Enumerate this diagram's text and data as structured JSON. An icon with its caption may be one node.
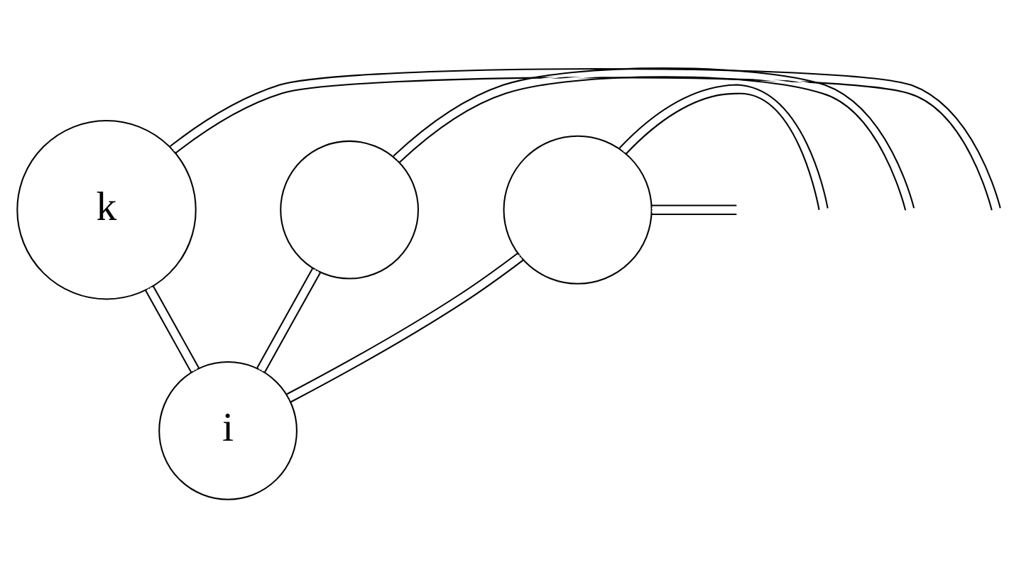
{
  "diagram": {
    "nodes": [
      {
        "text": [
          "k"
        ]
      },
      {
        "text": [],
        "shape": "circle"
      },
      {
        "text": [],
        "shape": "circle"
      },
      {
        "text": [
          "i"
        ]
      }
    ],
    "edges": [
      {
        "from": 0,
        "to": 3,
        "arrow": "none"
      },
      {
        "from": 1,
        "to": 3,
        "arrow": "none"
      },
      {
        "from": 3,
        "to": 2,
        "arrow": "none"
      },
      {
        "from": null,
        "to": 1,
        "arrow": "none"
      },
      {
        "from": 0,
        "to": null,
        "arrow": "none"
      },
      {
        "from": 2,
        "to": null,
        "arrow": "none"
      },
      {
        "from": 2,
        "to": null,
        "arrow": "none"
      }
    ]
  }
}
